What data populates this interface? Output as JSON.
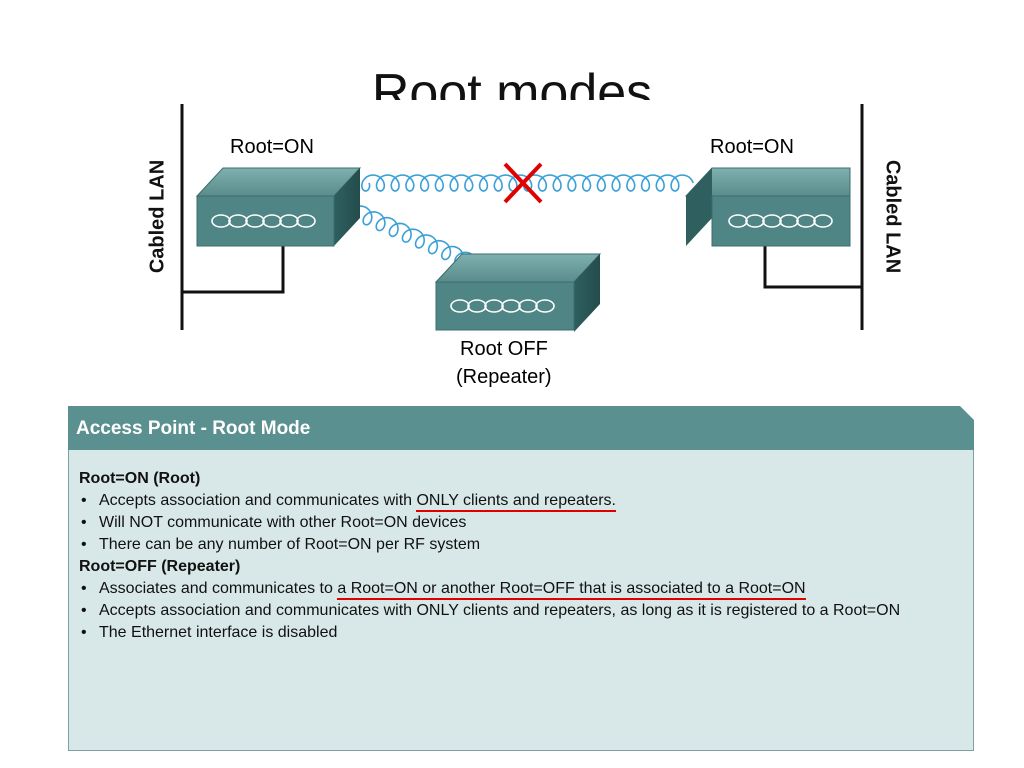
{
  "slide": {
    "title": "Root modes"
  },
  "diagram": {
    "left_lan_label": "Cabled LAN",
    "right_lan_label": "Cabled LAN",
    "left_ap_label": "Root=ON",
    "right_ap_label": "Root=ON",
    "repeater_label_line1": "Root OFF",
    "repeater_label_line2": "(Repeater)",
    "device_color": "#4f8585",
    "wireless_link_color": "#3aa0d8",
    "blocked_marker_color": "#e00000"
  },
  "panel": {
    "header": "Access Point - Root Mode",
    "header_color": "#5b9090",
    "body_color": "#d8e8e8",
    "sections": [
      {
        "heading": "Root=ON (Root)",
        "items": [
          {
            "text": "Accepts association and communicates with ",
            "highlight": "ONLY clients and repeaters."
          },
          {
            "text": "Will NOT communicate with other Root=ON devices"
          },
          {
            "text": "There can be any number of Root=ON per RF system"
          }
        ]
      },
      {
        "heading": "Root=OFF (Repeater)",
        "items": [
          {
            "text": "Associates and communicates to ",
            "highlight": "a Root=ON or another Root=OFF that is associated to a Root=ON"
          },
          {
            "text": "Accepts association and communicates with ONLY clients and repeaters, as long as it is registered to a Root=ON"
          },
          {
            "text": "The Ethernet interface is disabled"
          }
        ]
      }
    ],
    "underline_color": "#e00000"
  }
}
